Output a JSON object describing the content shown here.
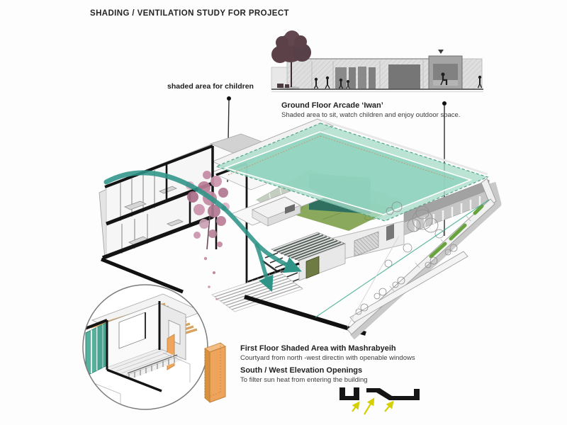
{
  "header": {
    "title": "SHADING / VENTILATION STUDY FOR PROJECT"
  },
  "labels": {
    "children": "shaded area for children",
    "iwan_title": "Ground Floor Arcade ‘Iwan’",
    "iwan_subtitle": "Shaded area to sit, watch children and enjoy outdoor space.",
    "mashrabiya_title": "First Floor Shaded Area with Mashrabyeih",
    "mashrabiya_subtitle": "Courtyard from north -west directin with openable windows",
    "openings_title": "South / West Elevation Openings",
    "openings_subtitle": "To filter sun heat from entering the building"
  },
  "palette": {
    "shading_canopy": "#9bd6c2",
    "canopy_edge": "#4fa38c",
    "courtyard_green": "#8aa95c",
    "divider_teal": "#2e6f60",
    "airflow_teal": "#2f9488",
    "wood_slats": "#d7a35f",
    "orange_panel": "#eea45c",
    "sun_arrow_yellow": "#d6cf06",
    "elevation_tree": "#5c4149",
    "pink_tree": "#c08aa2",
    "poche_black": "#141414",
    "wall_gray": "#a8a8a8",
    "planter_green": "#69a33e"
  }
}
